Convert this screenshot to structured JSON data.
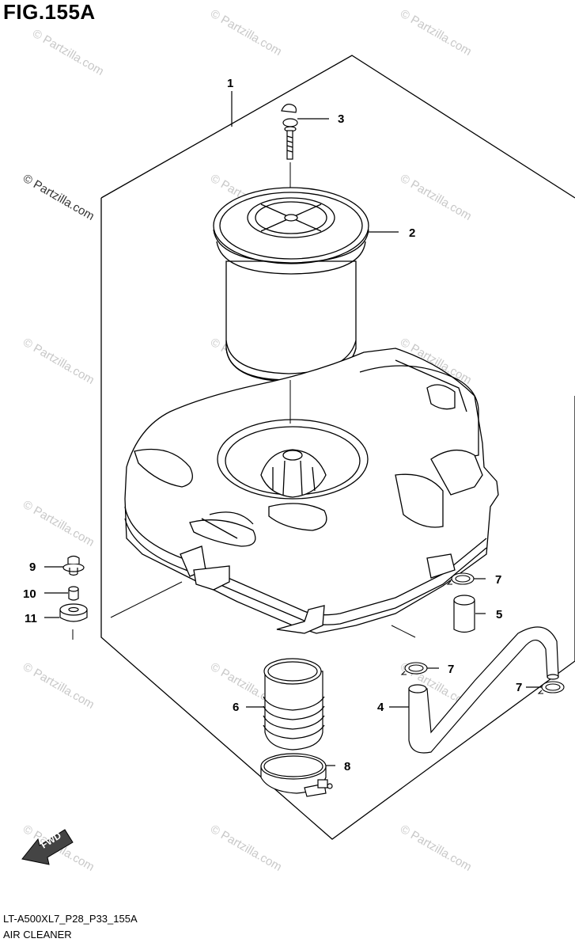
{
  "figure": {
    "title": "FIG.155A",
    "code": "LT-A500XL7_P28_P33_155A",
    "name": "AIR CLEANER"
  },
  "watermark": {
    "text": "© Partzilla.com"
  },
  "fwd_label": "FWD",
  "callouts": [
    {
      "id": "1",
      "part": "air-cleaner-case-assembly"
    },
    {
      "id": "2",
      "part": "air-filter-element"
    },
    {
      "id": "3",
      "part": "wing-bolt"
    },
    {
      "id": "4",
      "part": "drain-hose"
    },
    {
      "id": "5",
      "part": "short-hose"
    },
    {
      "id": "6",
      "part": "intake-boot"
    },
    {
      "id": "7",
      "part": "clamp"
    },
    {
      "id": "7",
      "part": "clamp"
    },
    {
      "id": "7",
      "part": "clamp"
    },
    {
      "id": "8",
      "part": "band-clamp"
    },
    {
      "id": "9",
      "part": "bolt"
    },
    {
      "id": "10",
      "part": "collar"
    },
    {
      "id": "11",
      "part": "grommet"
    }
  ]
}
